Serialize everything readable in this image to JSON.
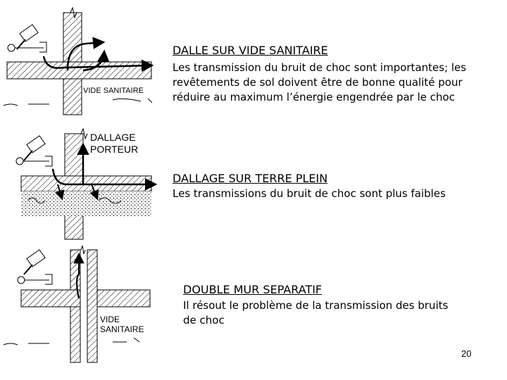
{
  "sections": [
    {
      "heading": "DALLE SUR VIDE SANITAIRE",
      "text": "Les transmission du bruit de choc sont importantes; les revêtements de sol doivent être de bonne qualité pour réduire au maximum l’énergie engendrée par le choc"
    },
    {
      "heading": "DALLAGE SUR TERRE PLEIN",
      "text": "Les transmissions du bruit de choc sont plus faibles"
    },
    {
      "heading": "DOUBLE MUR SEPARATIF",
      "text": "Il résout le problème de la transmission des bruits de choc"
    }
  ],
  "diagram_labels": {
    "d1_space": "VIDE SANITAIRE",
    "d2_slab_line1": "DALLAGE",
    "d2_slab_line2": "PORTEUR",
    "d3_space_line1": "VIDE",
    "d3_space_line2": "SANITAIRE"
  },
  "page_number": "20"
}
